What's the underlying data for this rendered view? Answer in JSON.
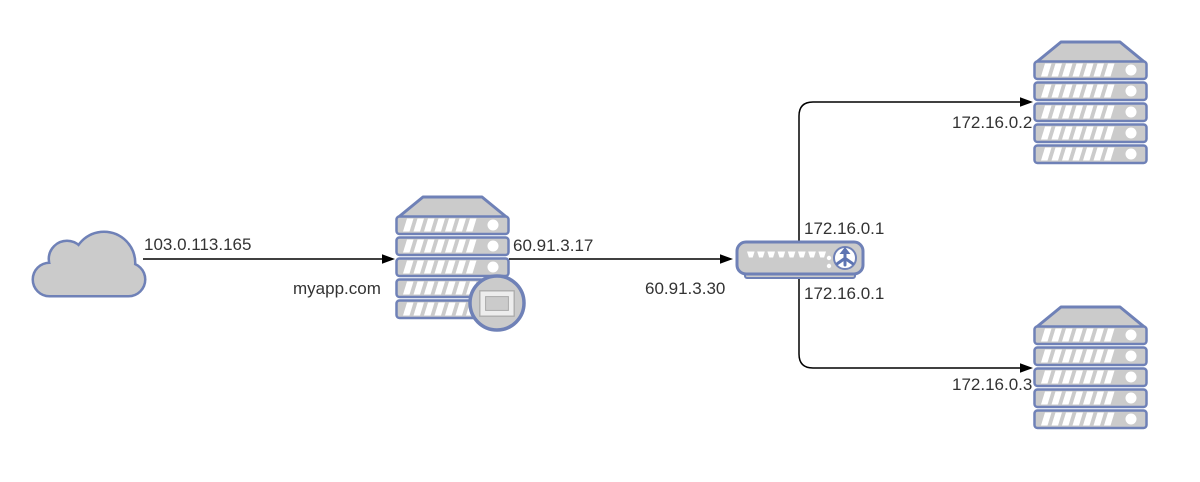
{
  "diagram": {
    "type": "network-topology",
    "nodes": {
      "internet": {
        "kind": "cloud"
      },
      "web_server": {
        "kind": "rack-server",
        "domain": "myapp.com"
      },
      "router": {
        "kind": "router-switch",
        "lan_interface_top": "172.16.0.1",
        "lan_interface_bottom": "172.16.0.1"
      },
      "app_server_top": {
        "kind": "rack-server",
        "ip": "172.16.0.2"
      },
      "app_server_bottom": {
        "kind": "rack-server",
        "ip": "172.16.0.3"
      }
    },
    "edges": {
      "internet_to_web_server": {
        "label": "103.0.113.165"
      },
      "web_server_to_router": {
        "source_label": "60.91.3.17",
        "target_label": "60.91.3.30"
      },
      "router_to_app_server_top": {},
      "router_to_app_server_bottom": {}
    },
    "colors": {
      "shape_fill": "#cbcbcb",
      "shape_stroke": "#6f81b7",
      "connector": "#000000",
      "text": "#333333"
    }
  }
}
